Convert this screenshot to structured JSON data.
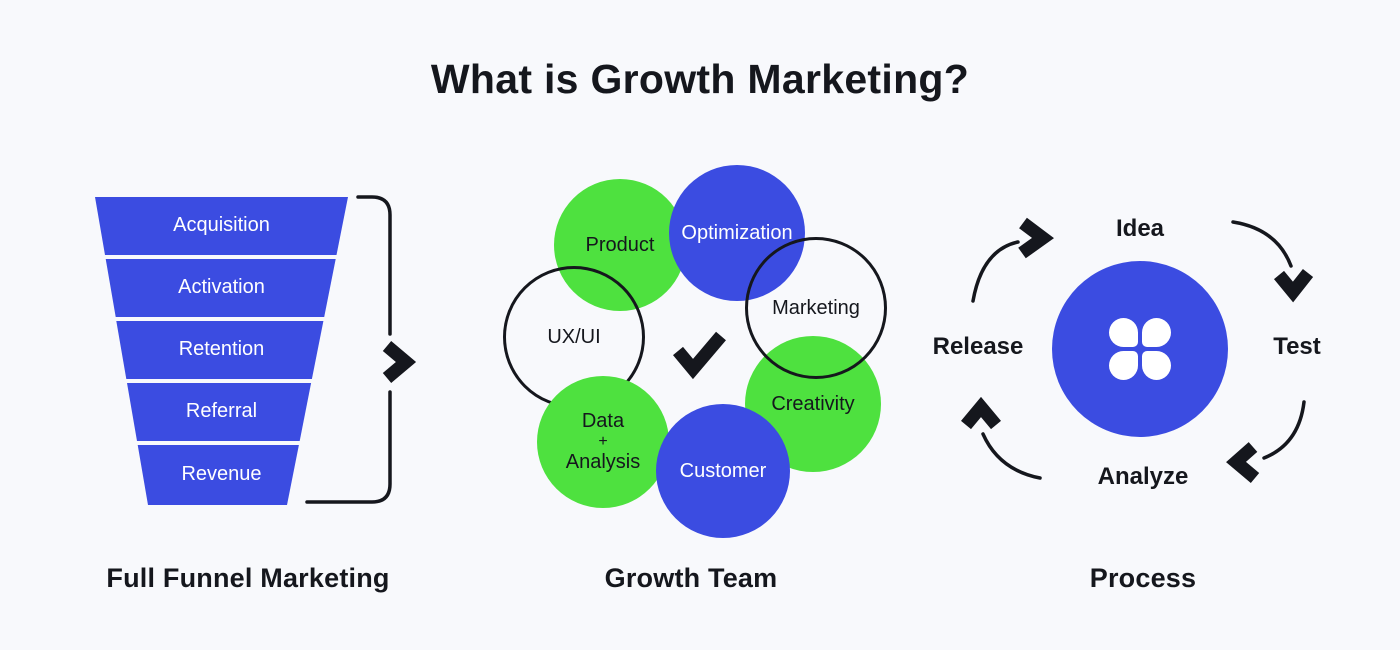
{
  "title": "What is Growth Marketing?",
  "colors": {
    "background": "#f8f9fc",
    "primary_blue": "#3b4ce1",
    "accent_green": "#4ee13f",
    "ink": "#15171d",
    "label_on_blue": "#ffffff"
  },
  "funnel": {
    "caption": "Full Funnel Marketing",
    "stages": [
      "Acquisition",
      "Activation",
      "Retention",
      "Referral",
      "Revenue"
    ],
    "arrow_icon": "chevron-right-icon"
  },
  "team": {
    "caption": "Growth Team",
    "center_icon": "checkmark-icon",
    "members": [
      {
        "label": "Product",
        "style": "green"
      },
      {
        "label": "Optimization",
        "style": "blue"
      },
      {
        "label": "UX/UI",
        "style": "outline"
      },
      {
        "label": "Marketing",
        "style": "outline"
      },
      {
        "label": "Creativity",
        "style": "green"
      },
      {
        "label": "Data + Analysis",
        "lines": [
          "Data",
          "+",
          "Analysis"
        ],
        "style": "green"
      },
      {
        "label": "Customer",
        "style": "blue"
      }
    ]
  },
  "process": {
    "caption": "Process",
    "center_icon": "flower-icon",
    "steps": [
      "Idea",
      "Test",
      "Analyze",
      "Release"
    ],
    "cycle_arrows": [
      "arrow-up-right-icon",
      "arrow-down-icon",
      "arrow-down-left-icon",
      "arrow-up-icon"
    ]
  }
}
